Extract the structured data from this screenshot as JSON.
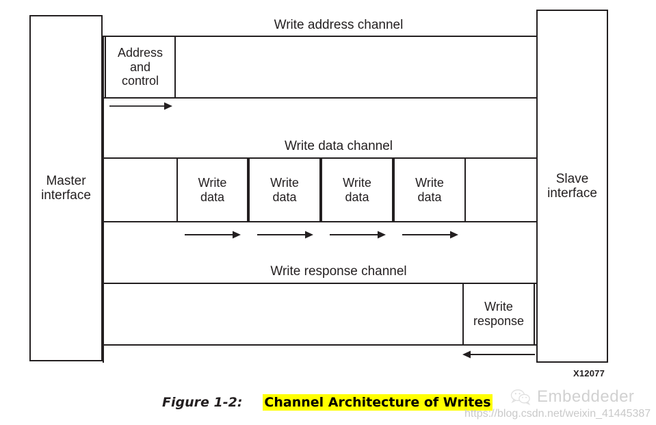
{
  "figure": {
    "number": "Figure 1-2:",
    "title": "Channel Architecture of Writes",
    "part_number": "X12077",
    "highlight_color": "#ffff00",
    "line_color": "#231f20"
  },
  "endpoints": {
    "master": {
      "line1": "Master",
      "line2": "interface"
    },
    "slave": {
      "line1": "Slave",
      "line2": "interface"
    }
  },
  "channels": [
    {
      "id": "write-address",
      "label": "Write address channel",
      "direction": "master-to-slave",
      "cells": [
        {
          "line1": "Address",
          "line2": "and",
          "line3": "control"
        }
      ],
      "arrow_count": 1
    },
    {
      "id": "write-data",
      "label": "Write data channel",
      "direction": "master-to-slave",
      "cells": [
        {
          "line1": "Write",
          "line2": "data"
        },
        {
          "line1": "Write",
          "line2": "data"
        },
        {
          "line1": "Write",
          "line2": "data"
        },
        {
          "line1": "Write",
          "line2": "data"
        }
      ],
      "arrow_count": 4
    },
    {
      "id": "write-response",
      "label": "Write response channel",
      "direction": "slave-to-master",
      "cells": [
        {
          "line1": "Write",
          "line2": "response"
        }
      ],
      "arrow_count": 1
    }
  ],
  "watermark": {
    "brand": "Embeddeder",
    "icon": "wechat-icon",
    "url": "https://blog.csdn.net/weixin_41445387"
  }
}
